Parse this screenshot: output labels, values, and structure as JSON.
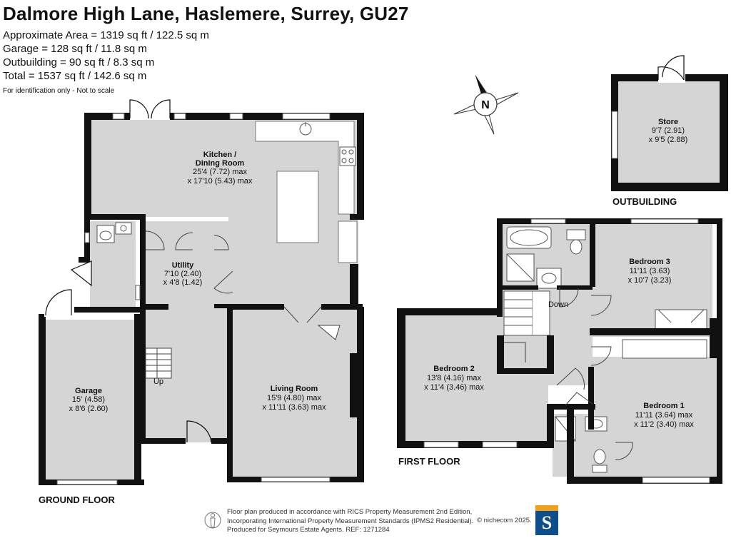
{
  "header": {
    "title": "Dalmore High Lane, Haslemere, Surrey, GU27",
    "areas": [
      "Approximate Area = 1319 sq ft / 122.5 sq m",
      "Garage = 128 sq ft / 11.8 sq m",
      "Outbuilding = 90 sq ft / 8.3 sq m",
      "Total = 1537 sq ft / 142.6 sq m"
    ],
    "disclaimer": "For identification only - Not to scale"
  },
  "compass": {
    "label": "N"
  },
  "floors": {
    "ground": "GROUND FLOOR",
    "first": "FIRST FLOOR",
    "outbuilding": "OUTBUILDING"
  },
  "rooms": {
    "kitchen": {
      "name1": "Kitchen /",
      "name2": "Dining Room",
      "dim1": "25'4 (7.72) max",
      "dim2": "x 17'10 (5.43) max"
    },
    "utility": {
      "name": "Utility",
      "dim1": "7'10 (2.40)",
      "dim2": "x 4'8 (1.42)"
    },
    "garage": {
      "name": "Garage",
      "dim1": "15' (4.58)",
      "dim2": "x 8'6 (2.60)"
    },
    "living": {
      "name": "Living Room",
      "dim1": "15'9 (4.80) max",
      "dim2": "x 11'11 (3.63) max"
    },
    "store": {
      "name": "Store",
      "dim1": "9'7 (2.91)",
      "dim2": "x 9'5 (2.88)"
    },
    "bedroom3": {
      "name": "Bedroom 3",
      "dim1": "11'11 (3.63)",
      "dim2": "x 10'7 (3.23)"
    },
    "bedroom2": {
      "name": "Bedroom 2",
      "dim1": "13'8 (4.16) max",
      "dim2": "x 11'4 (3.46) max"
    },
    "bedroom1": {
      "name": "Bedroom 1",
      "dim1": "11'11 (3.64) max",
      "dim2": "x 11'2 (3.40) max"
    }
  },
  "stairs": {
    "up": "Up",
    "down": "Down"
  },
  "footer": {
    "lines": [
      "Floor plan produced in accordance with RICS Property Measurement 2nd Edition,",
      "Incorporating International Property Measurement Standards (IPMS2 Residential).",
      "Produced for Seymours Estate Agents.   REF: 1271284"
    ],
    "copyright": "© nichecom 2025.",
    "logo_letter": "S"
  },
  "colors": {
    "wall": "#111111",
    "floor": "#d5d5d5",
    "fixture": "#ffffff",
    "logo_blue": "#0d4f8b",
    "logo_orange": "#f0a21c"
  }
}
